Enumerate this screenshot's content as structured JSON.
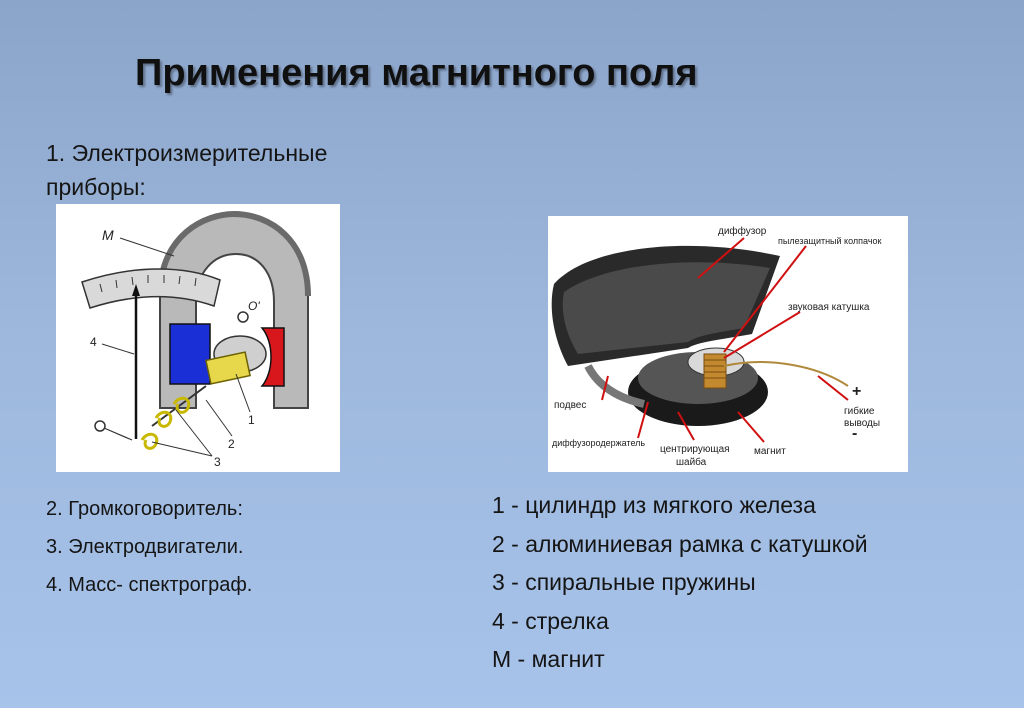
{
  "title": "Применения магнитного поля",
  "item1": {
    "line1": "1. Электроизмерительные",
    "line2": "приборы:"
  },
  "applications": [
    "2. Громкоговоритель:",
    "3. Электродвигатели.",
    "4. Масс- спектрограф."
  ],
  "legend": [
    "1 - цилиндр из мягкого железа",
    "2 - алюминиевая рамка с катушкой",
    "3 - спиральные пружины",
    "4 - стрелка",
    "М - магнит"
  ],
  "meter_figure": {
    "labels": {
      "m": "М",
      "o": "О'",
      "n1": "1",
      "n2": "2",
      "n3": "3",
      "n4": "4"
    }
  },
  "speaker_figure": {
    "labels": {
      "diffuser": "диффузор",
      "dust_cap": "пылезащитный колпачок",
      "voice_coil": "звуковая катушка",
      "suspension": "подвес",
      "holder": "диффузородержатель",
      "centering_washer_1": "центрирующая",
      "centering_washer_2": "шайба",
      "magnet": "магнит",
      "flex_leads_1": "гибкие",
      "flex_leads_2": "выводы",
      "plus": "+",
      "minus": "-"
    }
  },
  "colors": {
    "background_top": "#8ba4c9",
    "background_bottom": "#a7c3ea",
    "magnet_blue": "#1a2fd6",
    "magnet_red": "#d8171d",
    "pointer_red": "#c8161c"
  }
}
